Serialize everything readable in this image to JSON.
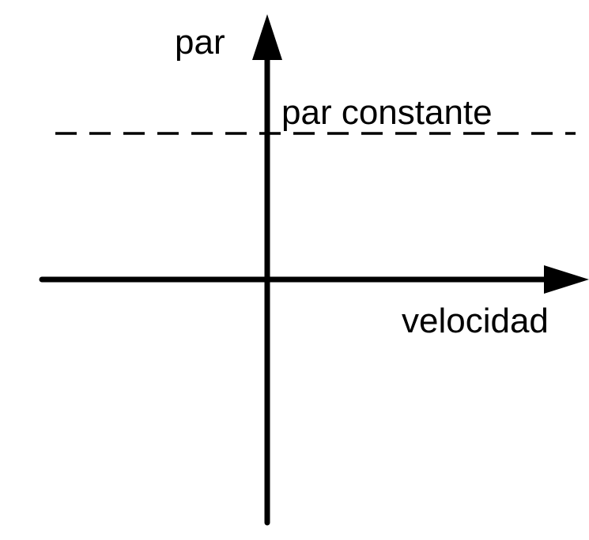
{
  "diagram": {
    "y_axis_label": "par",
    "x_axis_label": "velocidad",
    "reference_line_label": "par constante"
  },
  "colors": {
    "axes": "#000000",
    "background": "#ffffff"
  }
}
